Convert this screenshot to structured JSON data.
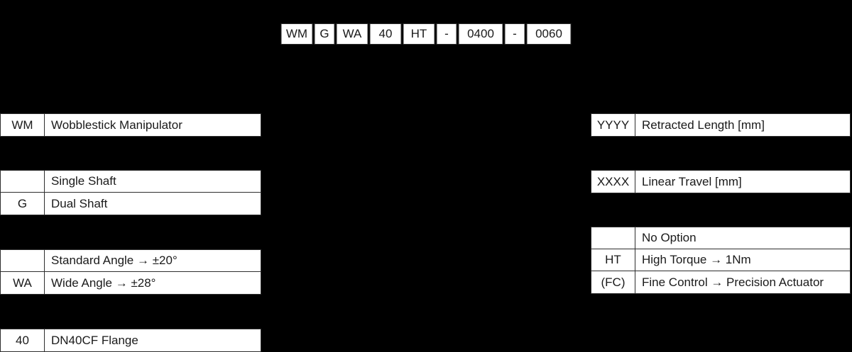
{
  "colors": {
    "background": "#000000",
    "cell_background": "#ffffff",
    "text": "#1a1a1a",
    "border": "#2e2e2e"
  },
  "part_number": {
    "segments": [
      "WM",
      "G",
      "WA",
      "40",
      "HT",
      "-",
      "0400",
      "-",
      "0060"
    ]
  },
  "left_tables": [
    {
      "id": "manipulator",
      "rows": [
        {
          "code": "WM",
          "desc": "Wobblestick Manipulator"
        }
      ]
    },
    {
      "id": "shaft",
      "rows": [
        {
          "code": "",
          "desc": "Single Shaft"
        },
        {
          "code": "G",
          "desc": "Dual Shaft"
        }
      ]
    },
    {
      "id": "angle",
      "rows": [
        {
          "code": "",
          "desc": "Standard Angle → ±20°"
        },
        {
          "code": "WA",
          "desc": "Wide Angle → ±28°"
        }
      ]
    },
    {
      "id": "flange",
      "rows": [
        {
          "code": "40",
          "desc": "DN40CF Flange"
        }
      ]
    }
  ],
  "right_tables": [
    {
      "id": "retracted-length",
      "rows": [
        {
          "code": "YYYY",
          "desc": "Retracted Length [mm]"
        }
      ]
    },
    {
      "id": "linear-travel",
      "rows": [
        {
          "code": "XXXX",
          "desc": "Linear Travel [mm]"
        }
      ]
    },
    {
      "id": "options",
      "rows": [
        {
          "code": "",
          "desc": "No Option"
        },
        {
          "code": "HT",
          "desc": "High Torque → 1Nm"
        },
        {
          "code": "(FC)",
          "desc": "Fine Control → Precision Actuator"
        }
      ]
    }
  ]
}
